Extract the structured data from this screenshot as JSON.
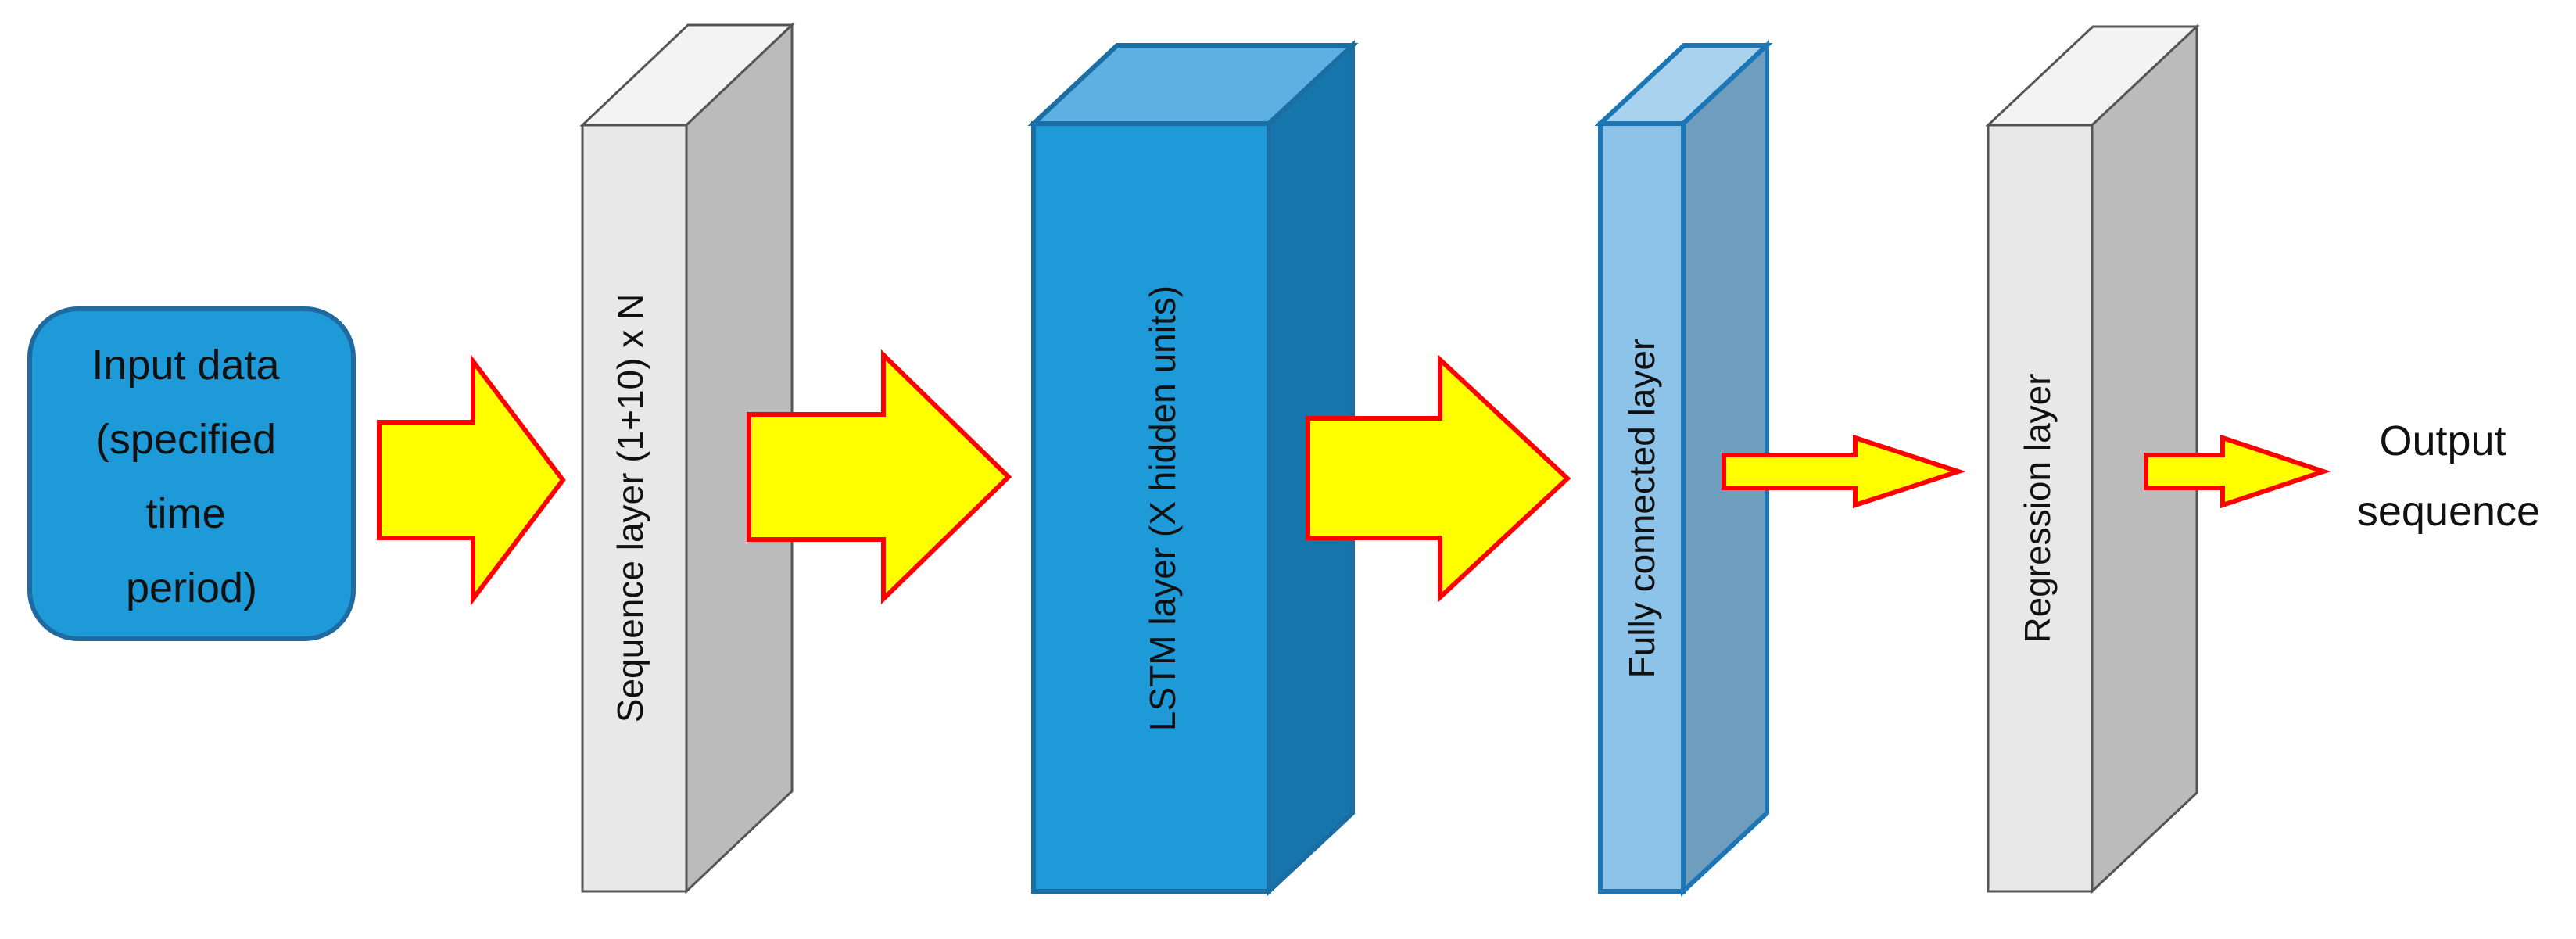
{
  "input": {
    "lines": [
      "Input data",
      "(specified",
      "time",
      "period)"
    ]
  },
  "layers": [
    {
      "label": "Sequence layer (1+10) x N"
    },
    {
      "label": "LSTM layer (X hidden units)"
    },
    {
      "label": "Fully connected layer"
    },
    {
      "label": "Regression layer"
    }
  ],
  "output": {
    "lines": [
      "Output",
      "sequence"
    ]
  },
  "colors": {
    "input_fill": "#1e9ad9",
    "input_stroke": "#1f6aa0",
    "gray_front": "#e8e8e8",
    "gray_side": "#bbbbbb",
    "gray_top": "#f3f3f3",
    "lstm_front": "#1e9ad9",
    "lstm_side": "#1676ab",
    "lstm_top": "#5cb1e2",
    "fc_front": "#8dc3e8",
    "fc_side": "#6e9dbd",
    "fc_top": "#a9d2ef",
    "arrow_fill": "#ffff00",
    "arrow_stroke": "#ff0000"
  }
}
